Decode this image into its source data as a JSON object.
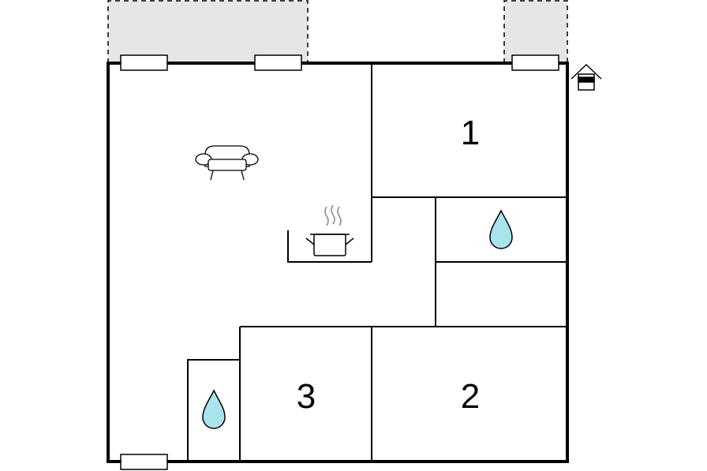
{
  "floorplan": {
    "rooms": [
      {
        "id": "bedroom-1",
        "label": "1"
      },
      {
        "id": "bedroom-2",
        "label": "2"
      },
      {
        "id": "bedroom-3",
        "label": "3"
      }
    ],
    "icons": {
      "living": "sofa-icon",
      "kitchen": "cooking-pot-icon",
      "bathroom_upper": "water-drop-icon",
      "bathroom_lower": "water-drop-icon",
      "entrance": "house-entrance-icon"
    },
    "colors": {
      "wall": "#000000",
      "terrace": "#e6e6e6",
      "water": "#a8e4ec",
      "background": "#ffffff"
    }
  }
}
